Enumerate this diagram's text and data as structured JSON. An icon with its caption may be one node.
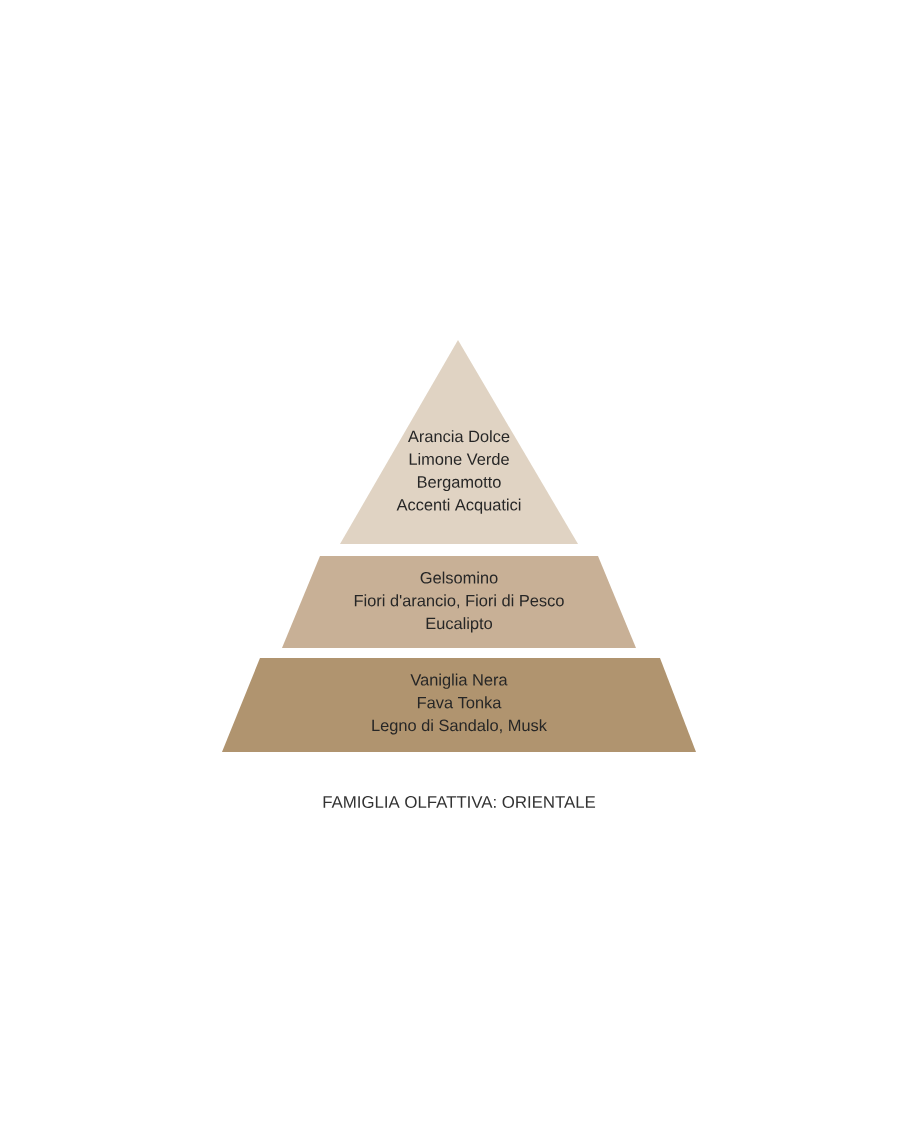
{
  "diagram": {
    "caption": "FAMIGLIA OLFATTIVA: ORIENTALE",
    "nodes": [
      {
        "text": [
          "Arancia Dolce",
          "Limone Verde",
          "Bergamotto",
          "Accenti Acquatici"
        ]
      },
      {
        "text": [
          "Gelsomino",
          "Fiori d'arancio, Fiori di Pesco",
          "Eucalipto"
        ]
      },
      {
        "text": [
          "Vaniglia Nera",
          "Fava Tonka",
          "Legno di Sandalo, Musk"
        ]
      }
    ]
  }
}
